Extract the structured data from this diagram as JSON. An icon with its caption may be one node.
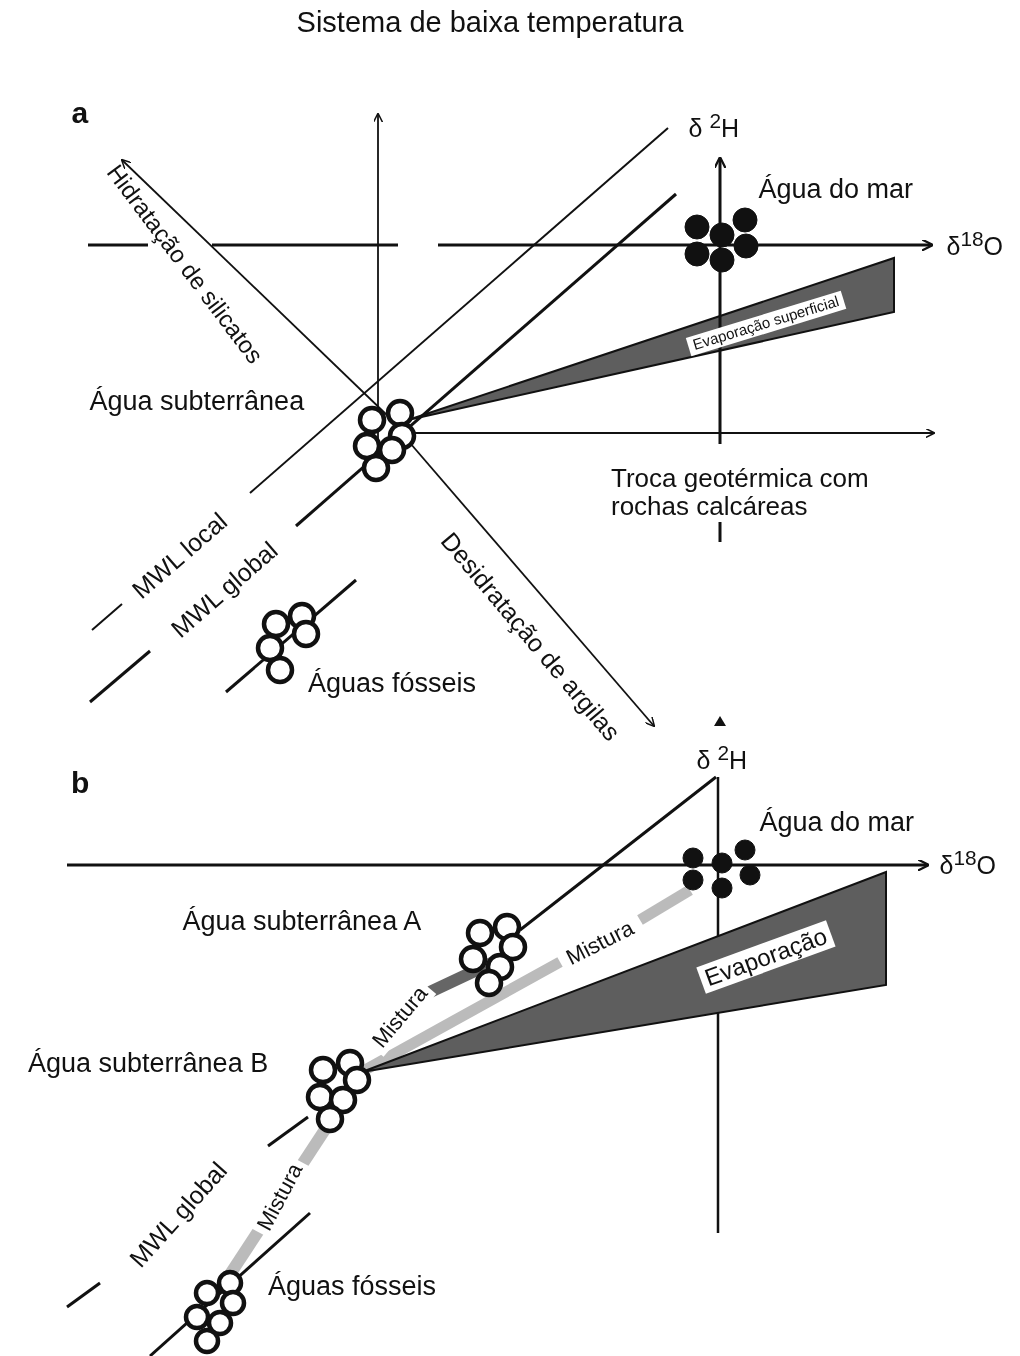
{
  "diagram": {
    "title": "Sistema de baixa temperatura",
    "labels": [
      "a",
      "Hidratação de silicatos",
      "δ $^{2}$H",
      "Água do mar",
      "δ$^{18}$O",
      "Evaporação superficial",
      "Água subterrânea",
      "Troca geotérmica com rochas calcáreas",
      "MWL local",
      "MWL global",
      "Desidratação de argilas",
      "Águas fósseis",
      "b",
      "δ $^{2}$H",
      "Água do mar",
      "δ$^{18}$O",
      "Água subterrânea A",
      "Mistura",
      "Evaporação",
      "Mistura",
      "Água subterrânea B",
      "MWL global",
      "Mistura",
      "Águas fósseis"
    ]
  }
}
